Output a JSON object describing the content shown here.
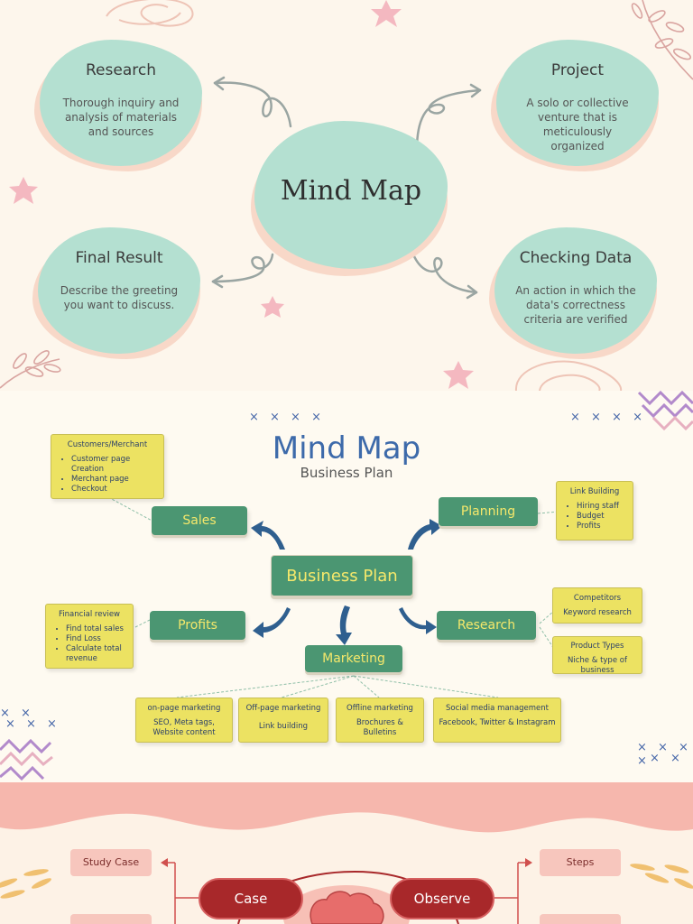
{
  "panel1": {
    "center_title": "Mind Map",
    "nodes": [
      {
        "title": "Research",
        "desc": "Thorough inquiry and analysis of materials and sources"
      },
      {
        "title": "Project",
        "desc": "A solo or collective venture that is meticulously organized"
      },
      {
        "title": "Final Result",
        "desc": "Describe the greeting you want to discuss."
      },
      {
        "title": "Checking Data",
        "desc": "An action in which the data's correctness criteria are verified"
      }
    ]
  },
  "panel2": {
    "title": "Mind Map",
    "subtitle": "Business Plan",
    "center": "Business Plan",
    "sales": "Sales",
    "planning": "Planning",
    "profits": "Profits",
    "research": "Research",
    "marketing": "Marketing",
    "customers": {
      "title": "Customers/Merchant",
      "items": [
        "Customer page Creation",
        "Merchant page",
        "Checkout"
      ]
    },
    "link_building": {
      "title": "Link Building",
      "items": [
        "Hiring staff",
        "Budget",
        "Profits"
      ]
    },
    "financial": {
      "title": "Financial review",
      "items": [
        "Find total sales",
        "Find Loss",
        "Calculate total revenue"
      ]
    },
    "competitors": {
      "line1": "Competitors",
      "line2": "Keyword research"
    },
    "product_types": {
      "line1": "Product Types",
      "line2": "Niche & type of business"
    },
    "marketing_items": [
      {
        "title": "on-page marketing",
        "desc": "SEO, Meta tags, Website content"
      },
      {
        "title": "Off-page marketing",
        "desc": "Link building"
      },
      {
        "title": "Offline marketing",
        "desc": "Brochures & Bulletins"
      },
      {
        "title": "Social media management",
        "desc": "Facebook, Twitter & Instagram"
      }
    ],
    "x_marks": "× × × ×",
    "x_marks_short": "× ×",
    "x_marks_three": "× × ×"
  },
  "panel3": {
    "left_pill_top": "Study Case",
    "right_pill_top": "Steps",
    "case": "Case",
    "observe": "Observe"
  },
  "colors": {
    "mint": "#b4e0d1",
    "peach": "#f8d8c8",
    "green_box": "#4b9672",
    "yellow_box": "#ece262",
    "title_blue": "#3d6aaa",
    "dark_red": "#a8282a"
  }
}
